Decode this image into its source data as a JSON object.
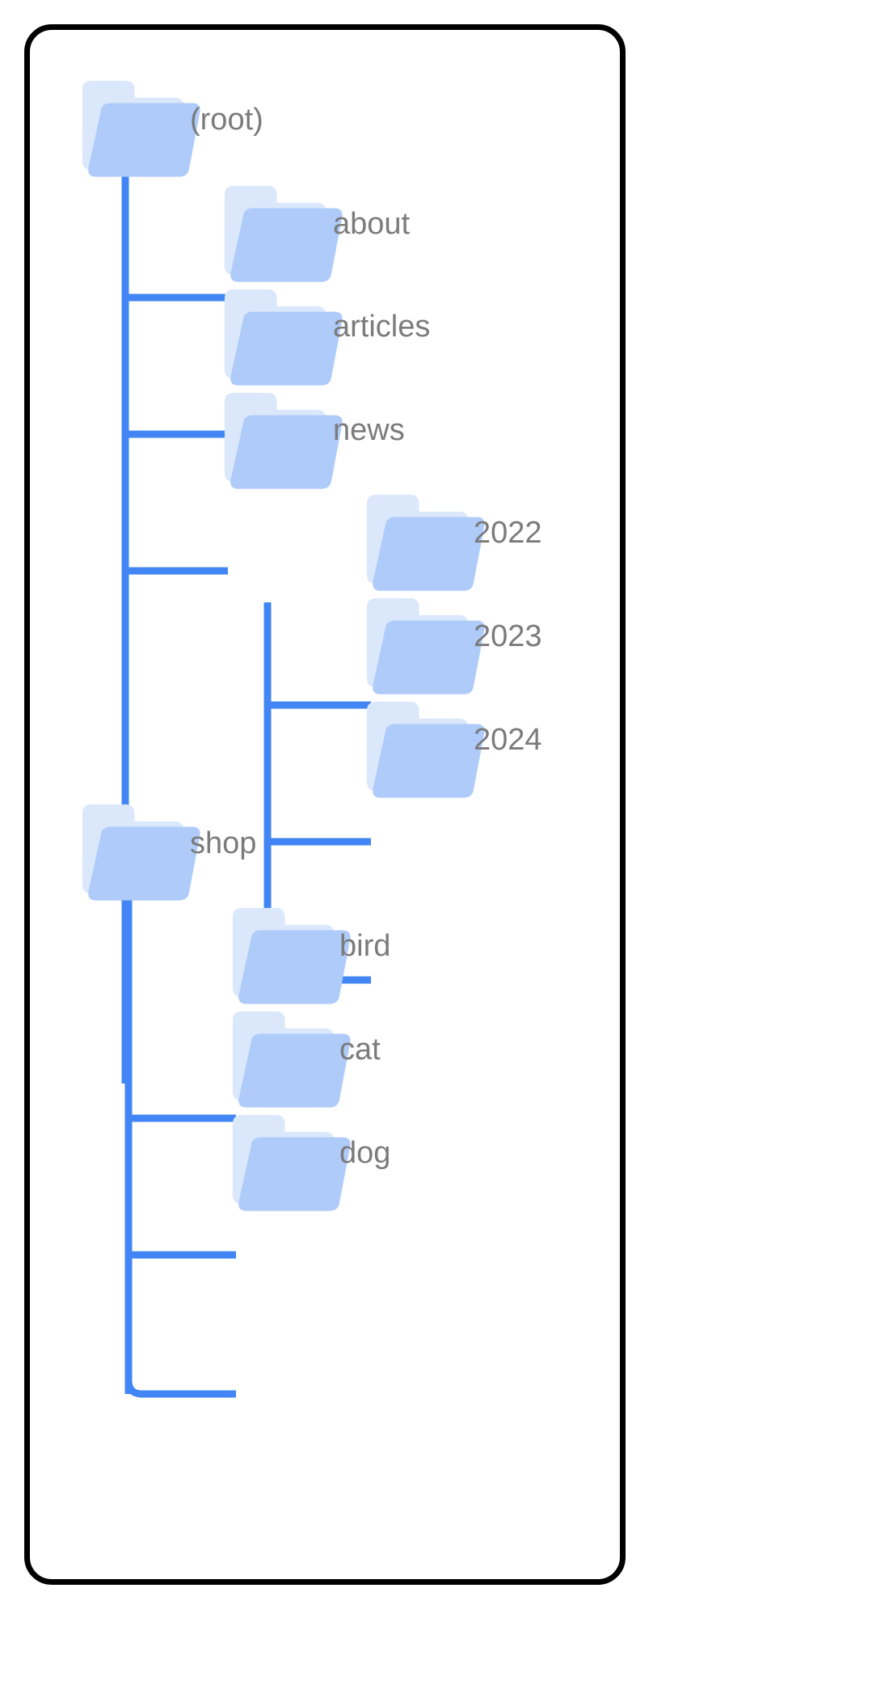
{
  "diagram": {
    "title": "folder-tree",
    "card": {
      "background": "#ffffff",
      "border_color": "#000000"
    },
    "colors": {
      "folder_front": "#aecbfa",
      "folder_back": "#dbe7fb",
      "connector": "#4285f4",
      "label_text": "#7b7b7b",
      "card_border": "#000000",
      "card_background": "#ffffff"
    },
    "connector_style": "orthogonal-elbow",
    "root_label": "(root)",
    "nodes": [
      {
        "id": "root",
        "label": "(root)",
        "depth": 0,
        "icon": "folder-icon",
        "children": [
          "about",
          "articles",
          "news",
          "shop"
        ]
      },
      {
        "id": "about",
        "label": "about",
        "depth": 1,
        "icon": "folder-icon",
        "parent": "root",
        "children": []
      },
      {
        "id": "articles",
        "label": "articles",
        "depth": 1,
        "icon": "folder-icon",
        "parent": "root",
        "children": []
      },
      {
        "id": "news",
        "label": "news",
        "depth": 1,
        "icon": "folder-icon",
        "parent": "root",
        "children": [
          "2022",
          "2023",
          "2024"
        ]
      },
      {
        "id": "2022",
        "label": "2022",
        "depth": 2,
        "icon": "folder-icon",
        "parent": "news",
        "children": []
      },
      {
        "id": "2023",
        "label": "2023",
        "depth": 2,
        "icon": "folder-icon",
        "parent": "news",
        "children": []
      },
      {
        "id": "2024",
        "label": "2024",
        "depth": 2,
        "icon": "folder-icon",
        "parent": "news",
        "children": []
      },
      {
        "id": "shop",
        "label": "shop",
        "depth": 1,
        "icon": "folder-icon",
        "parent": "root",
        "children": [
          "bird",
          "cat",
          "dog"
        ]
      },
      {
        "id": "bird",
        "label": "bird",
        "depth": 2,
        "icon": "folder-icon",
        "parent": "shop",
        "children": []
      },
      {
        "id": "cat",
        "label": "cat",
        "depth": 2,
        "icon": "folder-icon",
        "parent": "shop",
        "children": []
      },
      {
        "id": "dog",
        "label": "dog",
        "depth": 2,
        "icon": "folder-icon",
        "parent": "shop",
        "children": []
      }
    ]
  }
}
